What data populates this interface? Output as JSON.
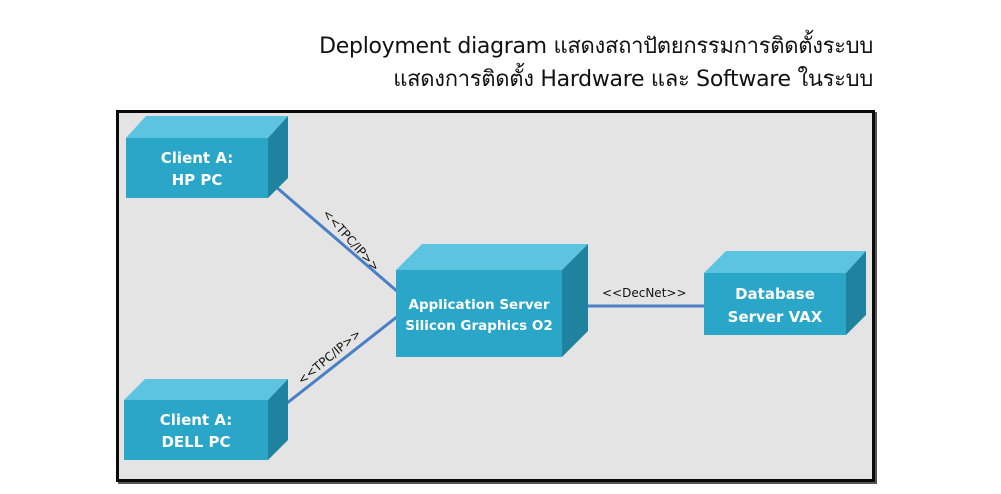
{
  "header": {
    "title_line1": "Deployment diagram แสดงสถาปัตยกรรมการติดตั้งระบบ",
    "title_line2": "แสดงการติดตั้ง Hardware และ Software ในระบบ"
  },
  "diagram": {
    "colors": {
      "front": "#2aa6c8",
      "top": "#5cc4e0",
      "side": "#1f829e",
      "connector": "#4a7fc6",
      "background": "#e4e4e4"
    },
    "nodes": [
      {
        "id": "client-hp",
        "lines": [
          "Client A:",
          "HP PC"
        ]
      },
      {
        "id": "client-dell",
        "lines": [
          "Client A:",
          "DELL PC"
        ]
      },
      {
        "id": "app-server",
        "lines": [
          "Application Server",
          "Silicon Graphics O2"
        ]
      },
      {
        "id": "db-server",
        "lines": [
          "Database",
          "Server VAX"
        ]
      }
    ],
    "connections": [
      {
        "from": "client-hp",
        "to": "app-server",
        "label": "<<TPC/IP>>"
      },
      {
        "from": "client-dell",
        "to": "app-server",
        "label": "<<TPC/IP>>"
      },
      {
        "from": "app-server",
        "to": "db-server",
        "label": "<<DecNet>>"
      }
    ]
  }
}
